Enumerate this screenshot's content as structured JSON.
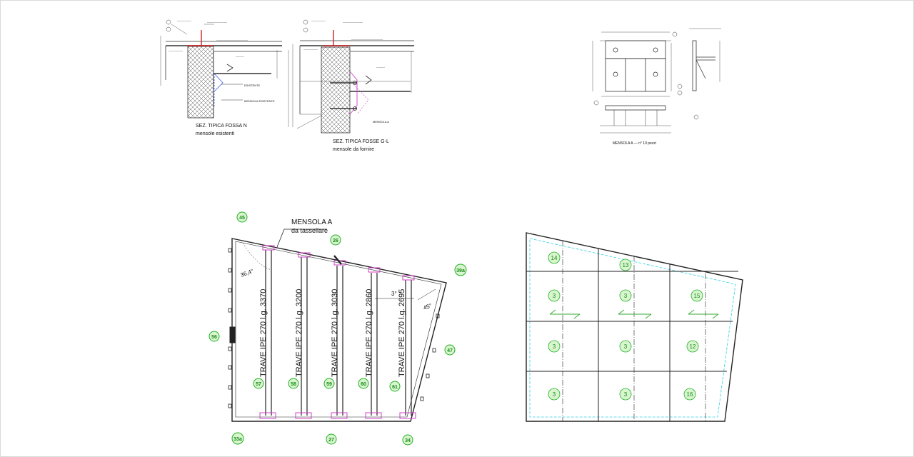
{
  "colors": {
    "line": "#222222",
    "bubble_green": "#22b022",
    "bubble_fill": "#d8f5d0",
    "anchor_magenta": "#d040c8",
    "existing_red": "#cc2222",
    "dash_cyan": "#30d0e0",
    "arrow_green": "#33aa33"
  },
  "section_n": {
    "caption_line1": "SEZ. TIPICA FOSSA N",
    "caption_line2": "mensole esistenti",
    "label_existing": "ESISTENTE",
    "label_mensola": "MENSOLA ESISTENTE"
  },
  "section_gl": {
    "caption_line1": "SEZ. TIPICA FOSSE G-L",
    "caption_line2": "mensole da fornire",
    "label_mensola": "MENSOLA A"
  },
  "mensola_detail": {
    "caption": "MENSOLA A — n° 10 pezzi"
  },
  "plan": {
    "mensola_label": "MENSOLA A",
    "mensola_sub": "da tassellare",
    "angle_top_left": "36,4°",
    "angle_small": "3°",
    "angle_right": "45°",
    "beams": [
      {
        "label": "TRAVE IPE 270 l.g. 3370",
        "bubble": "57"
      },
      {
        "label": "TRAVE IPE 270 l.g. 3200",
        "bubble": "58"
      },
      {
        "label": "TRAVE IPE 270 l.g. 3030",
        "bubble": "59"
      },
      {
        "label": "TRAVE IPE 270 l.g. 2860",
        "bubble": "60"
      },
      {
        "label": "TRAVE IPE 270 l.g. 2695",
        "bubble": "61"
      }
    ],
    "bubbles": {
      "top_left": "45",
      "top_mid": "26",
      "top_right": "39a",
      "left": "56",
      "right": "47",
      "bottom_left": "33a",
      "bottom_mid": "27",
      "bottom_right": "34"
    }
  },
  "panel_plan": {
    "bubbles": [
      "14",
      "13",
      "3",
      "3",
      "15",
      "3",
      "3",
      "12",
      "3",
      "3",
      "16"
    ]
  }
}
